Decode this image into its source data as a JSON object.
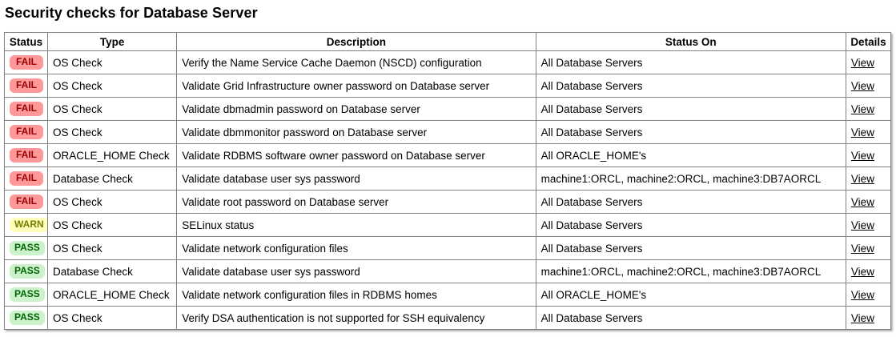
{
  "page": {
    "title": "Security checks for Database Server"
  },
  "table": {
    "headers": {
      "status": "Status",
      "type": "Type",
      "description": "Description",
      "status_on": "Status On",
      "details": "Details"
    },
    "status_colors": {
      "FAIL": {
        "bg": "#ff9999",
        "fg": "#990000"
      },
      "WARN": {
        "bg": "#ffffbb",
        "fg": "#7c7c00"
      },
      "PASS": {
        "bg": "#ccf2cc",
        "fg": "#006600"
      }
    },
    "rows": [
      {
        "status": "FAIL",
        "type": "OS Check",
        "description": "Verify the Name Service Cache Daemon (NSCD) configuration",
        "status_on": "All Database Servers",
        "details": "View"
      },
      {
        "status": "FAIL",
        "type": "OS Check",
        "description": "Validate Grid Infrastructure owner password on Database server",
        "status_on": "All Database Servers",
        "details": "View"
      },
      {
        "status": "FAIL",
        "type": "OS Check",
        "description": "Validate dbmadmin password on Database server",
        "status_on": "All Database Servers",
        "details": "View"
      },
      {
        "status": "FAIL",
        "type": "OS Check",
        "description": "Validate dbmmonitor password on Database server",
        "status_on": "All Database Servers",
        "details": "View"
      },
      {
        "status": "FAIL",
        "type": "ORACLE_HOME Check",
        "description": "Validate RDBMS software owner password on Database server",
        "status_on": "All ORACLE_HOME's",
        "details": "View"
      },
      {
        "status": "FAIL",
        "type": "Database Check",
        "description": "Validate database user sys password",
        "status_on": "machine1:ORCL, machine2:ORCL, machine3:DB7AORCL",
        "details": "View"
      },
      {
        "status": "FAIL",
        "type": "OS Check",
        "description": "Validate root password on Database server",
        "status_on": "All Database Servers",
        "details": "View"
      },
      {
        "status": "WARN",
        "type": "OS Check",
        "description": "SELinux status",
        "status_on": "All Database Servers",
        "details": "View"
      },
      {
        "status": "PASS",
        "type": "OS Check",
        "description": "Validate network configuration files",
        "status_on": "All Database Servers",
        "details": "View"
      },
      {
        "status": "PASS",
        "type": "Database Check",
        "description": "Validate database user sys password",
        "status_on": "machine1:ORCL, machine2:ORCL, machine3:DB7AORCL",
        "details": "View"
      },
      {
        "status": "PASS",
        "type": "ORACLE_HOME Check",
        "description": "Validate network configuration files in RDBMS homes",
        "status_on": "All ORACLE_HOME's",
        "details": "View"
      },
      {
        "status": "PASS",
        "type": "OS Check",
        "description": "Verify DSA authentication is not supported for SSH equivalency",
        "status_on": "All Database Servers",
        "details": "View"
      }
    ]
  }
}
